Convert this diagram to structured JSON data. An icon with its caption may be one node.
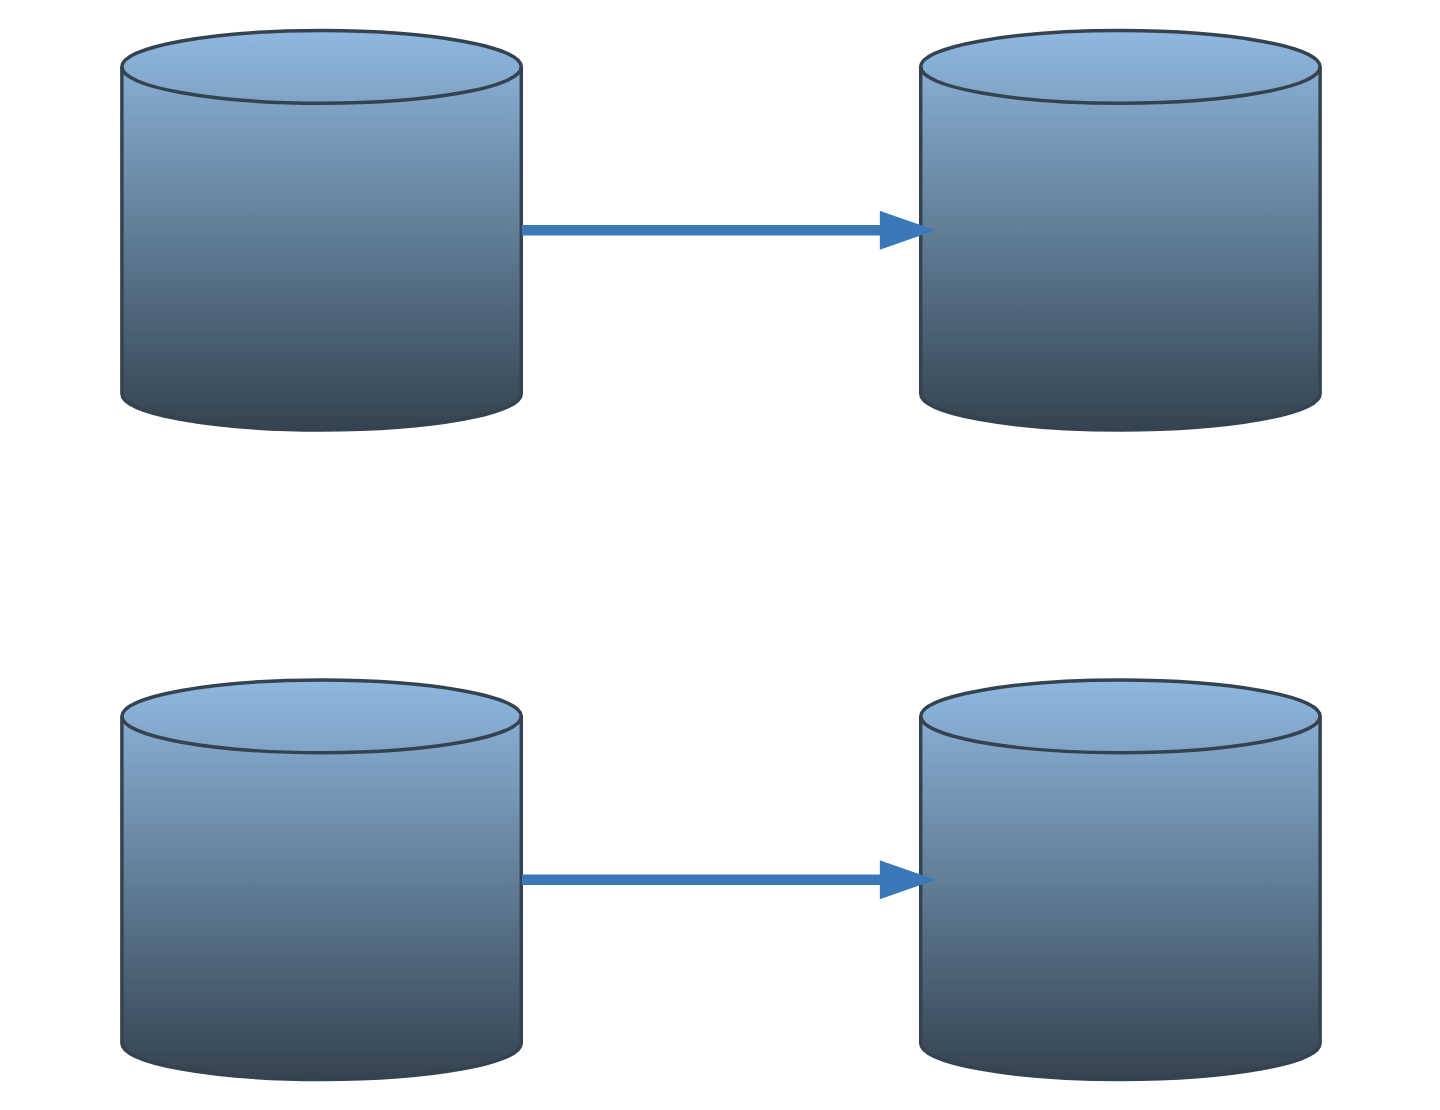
{
  "diagram": {
    "nodes": [
      {
        "text": [],
        "shape": "cylinder"
      },
      {
        "text": [],
        "shape": "cylinder"
      },
      {
        "text": [],
        "shape": "cylinder"
      },
      {
        "text": [],
        "shape": "cylinder"
      }
    ],
    "edges": [
      {
        "from": 0,
        "to": 1,
        "arrow": "to"
      },
      {
        "from": 2,
        "to": 3,
        "arrow": "to"
      }
    ]
  }
}
